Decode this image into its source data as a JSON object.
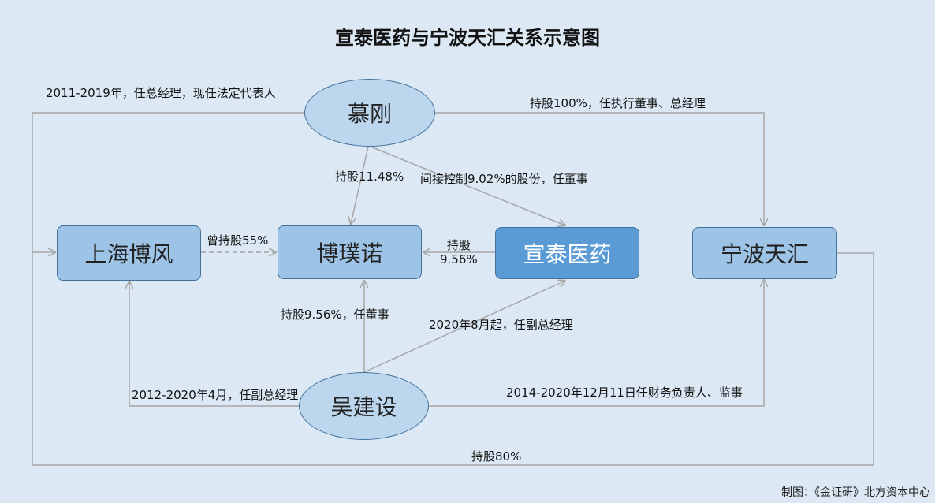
{
  "title": "宣泰医药与宁波天汇关系示意图",
  "nodes": {
    "mu_gang": "慕刚",
    "wu_jianshe": "吴建设",
    "shanghai_bofeng": "上海博风",
    "bopunuo": "博璞诺",
    "xuantai": "宣泰医药",
    "ningbo_tianhui": "宁波天汇"
  },
  "edges": {
    "mu_to_shanghai": "2011-2019年，任总经理，现任法定代表人",
    "mu_to_ningbo": "持股100%，任执行董事、总经理",
    "mu_to_bopunuo": "持股11.48%",
    "mu_to_xuantai": "间接控制9.02%的股份，任董事",
    "shanghai_to_bopunuo": "曾持股55%",
    "xuantai_to_bopunuo_1": "持股",
    "xuantai_to_bopunuo_2": "9.56%",
    "wu_to_bopunuo": "持股9.56%，任董事",
    "wu_to_xuantai": "2020年8月起，任副总经理",
    "wu_to_shanghai": "2012-2020年4月，任副总经理",
    "wu_to_ningbo": "2014-2020年12月11日任财务负责人、监事",
    "ningbo_to_shanghai": "持股80%"
  },
  "credit": "制图：《金证研》北方资本中心",
  "colors": {
    "background": "#dce9f5",
    "ellipse_fill": "#bcd6ee",
    "box_fill": "#9dc3e6",
    "primary_fill": "#5b9bd5",
    "stroke": "#41719c",
    "line": "#a6a6a6"
  }
}
